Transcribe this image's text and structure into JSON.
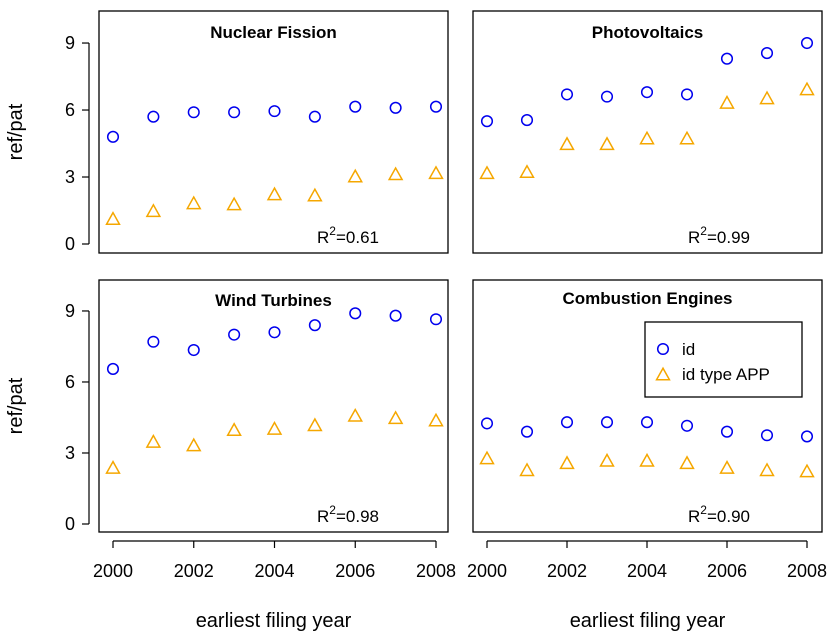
{
  "chart_data": {
    "type": "scatter",
    "xlabel": "earliest filing year",
    "ylabel": "ref/pat",
    "x_ticks": [
      2000,
      2002,
      2004,
      2006,
      2008
    ],
    "y_ticks": [
      0,
      3,
      6,
      9
    ],
    "xlim": [
      2000,
      2008
    ],
    "ylim": [
      0,
      10
    ],
    "colors": {
      "id": "#0000ee",
      "id_type_app": "#f5a700"
    },
    "legend": {
      "placement": "inside Combustion Engines panel, upper-right",
      "entries": [
        {
          "series": "id",
          "label": "id",
          "marker": "circle"
        },
        {
          "series": "id_type_app",
          "label": "id type APP",
          "marker": "triangle"
        }
      ]
    },
    "panels": [
      {
        "title": "Nuclear Fission",
        "r2_prefix": "R",
        "r2_sup": "2",
        "r2_value": "=0.61",
        "x": [
          2000,
          2001,
          2002,
          2003,
          2004,
          2005,
          2006,
          2007,
          2008
        ],
        "series": [
          {
            "name": "id",
            "values": [
              4.8,
              5.7,
              5.9,
              5.9,
              5.95,
              5.7,
              6.15,
              6.1,
              6.15
            ]
          },
          {
            "name": "id type APP",
            "values": [
              1.1,
              1.45,
              1.8,
              1.75,
              2.2,
              2.15,
              3.0,
              3.1,
              3.15
            ]
          }
        ]
      },
      {
        "title": "Photovoltaics",
        "r2_prefix": "R",
        "r2_sup": "2",
        "r2_value": "=0.99",
        "x": [
          2000,
          2001,
          2002,
          2003,
          2004,
          2005,
          2006,
          2007,
          2008
        ],
        "series": [
          {
            "name": "id",
            "values": [
              5.5,
              5.55,
              6.7,
              6.6,
              6.8,
              6.7,
              8.3,
              8.55,
              9.0
            ]
          },
          {
            "name": "id type APP",
            "values": [
              3.15,
              3.2,
              4.45,
              4.45,
              4.7,
              4.7,
              6.3,
              6.5,
              6.9
            ]
          }
        ]
      },
      {
        "title": "Wind Turbines",
        "r2_prefix": "R",
        "r2_sup": "2",
        "r2_value": "=0.98",
        "x": [
          2000,
          2001,
          2002,
          2003,
          2004,
          2005,
          2006,
          2007,
          2008
        ],
        "series": [
          {
            "name": "id",
            "values": [
              6.55,
              7.7,
              7.35,
              8.0,
              8.1,
              8.4,
              8.9,
              8.8,
              8.65
            ]
          },
          {
            "name": "id type APP",
            "values": [
              2.35,
              3.45,
              3.3,
              3.95,
              4.0,
              4.15,
              4.55,
              4.45,
              4.35
            ]
          }
        ]
      },
      {
        "title": "Combustion Engines",
        "r2_prefix": "R",
        "r2_sup": "2",
        "r2_value": "=0.90",
        "x": [
          2000,
          2001,
          2002,
          2003,
          2004,
          2005,
          2006,
          2007,
          2008
        ],
        "series": [
          {
            "name": "id",
            "values": [
              4.25,
              3.9,
              4.3,
              4.3,
              4.3,
              4.15,
              3.9,
              3.75,
              3.7
            ]
          },
          {
            "name": "id type APP",
            "values": [
              2.75,
              2.25,
              2.55,
              2.65,
              2.65,
              2.55,
              2.35,
              2.25,
              2.2
            ]
          }
        ]
      }
    ]
  }
}
